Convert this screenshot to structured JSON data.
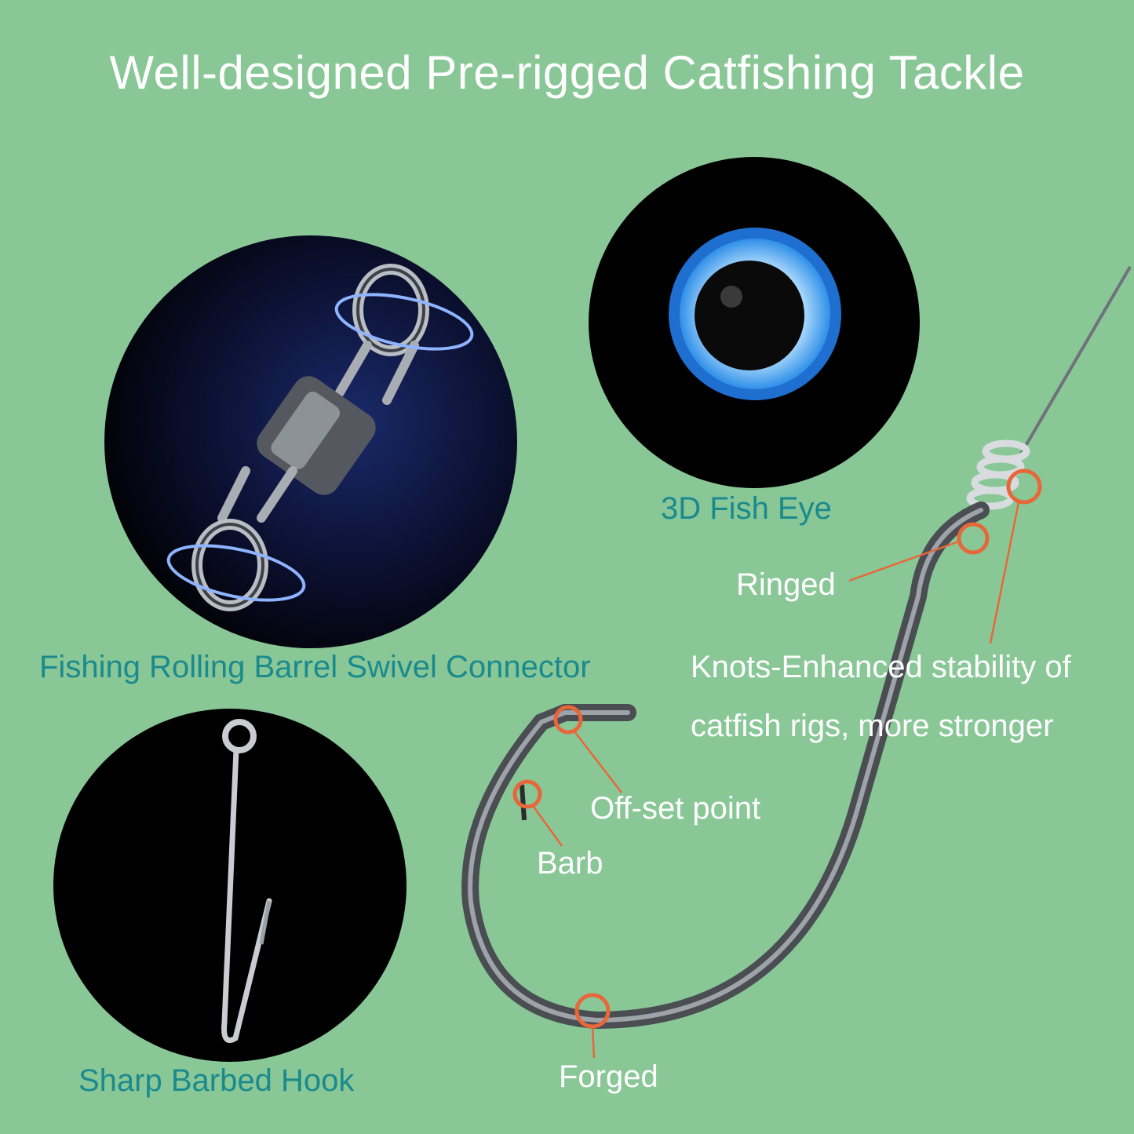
{
  "title": "Well-designed Pre-rigged Catfishing Tackle",
  "labels": {
    "swivel": "Fishing Rolling Barrel Swivel Connector",
    "fish_eye": "3D Fish Eye",
    "hook": "Sharp Barbed Hook",
    "ringed": "Ringed",
    "knots_line1": "Knots-Enhanced stability of",
    "knots_line2": "catfish rigs, more stronger",
    "offset_point": "Off-set point",
    "barb": "Barb",
    "forged": "Forged"
  },
  "colors": {
    "background": "#89c797",
    "teal_label": "#1b8a8d",
    "callout_orange": "#e8673a",
    "eye_blue": "#2f8fe8"
  },
  "icons": [
    "swivel-illustration",
    "fish-eye-illustration",
    "hook-illustration",
    "rigged-hook-illustration"
  ]
}
